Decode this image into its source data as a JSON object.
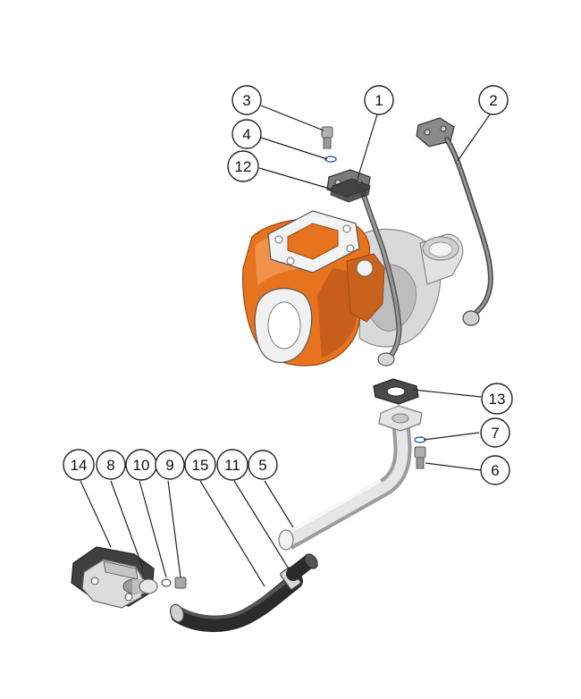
{
  "colors": {
    "housing": "#e8731f",
    "housing_dark": "#b9561a",
    "housing_light": "#f39a55",
    "metal_light": "#d9d9d9",
    "metal": "#bdbdbd",
    "metal_dark": "#8a8a8a",
    "pipe_dark": "#6f6f6f",
    "hose": "#2b2b2b",
    "outline": "#222222"
  },
  "callouts": [
    {
      "id": "c1",
      "label": "1"
    },
    {
      "id": "c2",
      "label": "2"
    },
    {
      "id": "c3",
      "label": "3"
    },
    {
      "id": "c4",
      "label": "4"
    },
    {
      "id": "c12",
      "label": "12"
    },
    {
      "id": "c13",
      "label": "13"
    },
    {
      "id": "c7",
      "label": "7"
    },
    {
      "id": "c6",
      "label": "6"
    },
    {
      "id": "c14",
      "label": "14"
    },
    {
      "id": "c8",
      "label": "8"
    },
    {
      "id": "c10",
      "label": "10"
    },
    {
      "id": "c9",
      "label": "9"
    },
    {
      "id": "c15",
      "label": "15"
    },
    {
      "id": "c11",
      "label": "11"
    },
    {
      "id": "c5",
      "label": "5"
    }
  ]
}
